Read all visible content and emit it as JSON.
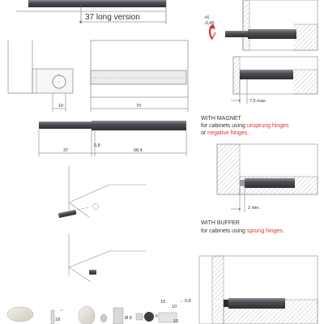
{
  "top_left": {
    "long_version_label": "37 long version"
  },
  "dims": {
    "d10_a": "10",
    "d70": "70",
    "d37": "37",
    "d08_a": "0,8",
    "d684": "68,4",
    "plus6": "+6",
    "minus045": "-0,45",
    "d75max": "7,5 max.",
    "d2min": "2 min.",
    "phi8": "Ø 8",
    "d10_b": "10",
    "d10_c": "10",
    "d08_b": "0,8",
    "d18_a": "18",
    "d18_b": "18",
    "d6": "6"
  },
  "magnet": {
    "heading": "WITH MAGNET",
    "line1_prefix": "for cabinets using ",
    "line1_red": "unsprung hinges",
    "line2_prefix": "or ",
    "line2_red": "negative hinges."
  },
  "buffer": {
    "heading": "WITH BUFFER",
    "line1_prefix": "for cabinets using ",
    "line1_red": "sprung hinges."
  },
  "colors": {
    "accent_red": "#e0312b",
    "rod_dark": "#4a4d52",
    "line": "#555555"
  }
}
